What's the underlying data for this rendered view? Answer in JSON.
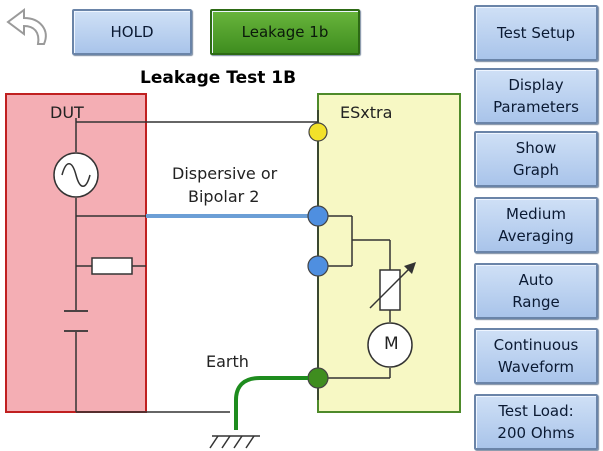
{
  "toolbar": {
    "hold_label": "HOLD",
    "leakage_label": "Leakage 1b"
  },
  "sidebar": {
    "items": [
      {
        "label": "Test Setup"
      },
      {
        "label": "Display\nParameters"
      },
      {
        "label": "Show\nGraph"
      },
      {
        "label": "Medium\nAveraging"
      },
      {
        "label": "Auto\nRange"
      },
      {
        "label": "Continuous\nWaveform"
      },
      {
        "label": "Test Load:\n200 Ohms"
      }
    ]
  },
  "diagram": {
    "title": "Leakage Test 1B",
    "dut_label": "DUT",
    "analyzer_label": "ESxtra",
    "connection_label_line1": "Dispersive or",
    "connection_label_line2": "Bipolar 2",
    "earth_label": "Earth",
    "meter_label": "M"
  },
  "colors": {
    "dut_fill": "#f4aeb4",
    "dut_border": "#c02020",
    "analyzer_fill": "#f7f8c4",
    "analyzer_border": "#4e8a2a",
    "connection_line": "#6c9fd6",
    "earth_wire": "#1e8c1e",
    "hold_button": "#a9c4ea",
    "leakage_button": "#4e9e2a"
  },
  "icons": {
    "back": "back-arrow-icon",
    "ground": "ground-symbol-icon",
    "source": "ac-source-icon",
    "resistor": "resistor-icon",
    "capacitor": "capacitor-icon",
    "variable_resistor": "variable-resistor-icon",
    "meter": "meter-icon"
  }
}
